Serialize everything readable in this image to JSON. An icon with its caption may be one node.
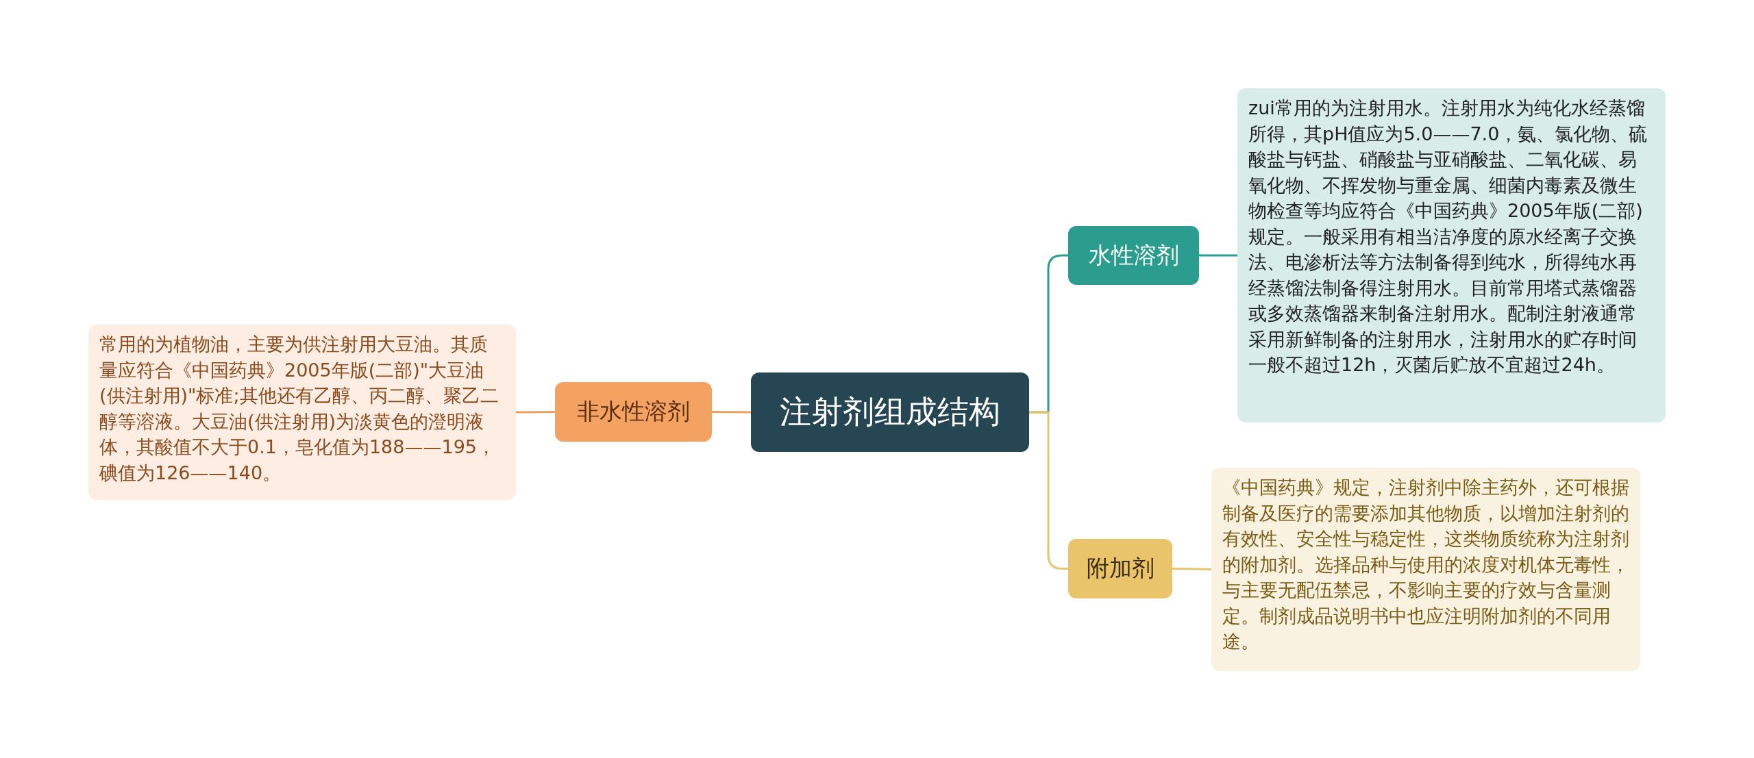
{
  "diagram": {
    "nodes": [
      {
        "text": [
          "注射剂组成结构"
        ]
      },
      {
        "text": [
          "非水性溶剂"
        ]
      },
      {
        "text": [
          "常用的为植物油，主要为供注射用大豆油。其质量应符合《中国药典》2005年版(二部)\"大豆油(供注射用)\"标准;其他还有乙醇、丙二醇、聚乙二醇等溶液。大豆油(供注射用)为淡黄色的澄明液体，其酸值不大于0.1，皂化值为188——195，碘值为126——140。"
        ]
      },
      {
        "text": [
          "水性溶剂"
        ]
      },
      {
        "text": [
          "zui常用的为注射用水。注射用水为纯化水经蒸馏所得，其pH值应为5.0——7.0，氨、氯化物、硫酸盐与钙盐、硝酸盐与亚硝酸盐、二氧化碳、易氧化物、不挥发物与重金属、细菌内毒素及微生物检查等均应符合《中国药典》2005年版(二部)规定。一般采用有相当洁净度的原水经离子交换法、电渗析法等方法制备得到纯水，所得纯水再经蒸馏法制备得注射用水。目前常用塔式蒸馏器或多效蒸馏器来制备注射用水。配制注射液通常采用新鲜制备的注射用水，注射用水的贮存时间一般不超过12h，灭菌后贮放不宜超过24h。"
        ]
      },
      {
        "text": [
          "附加剂"
        ]
      },
      {
        "text": [
          "《中国药典》规定，注射剂中除主药外，还可根据制备及医疗的需要添加其他物质，以增加注射剂的有效性、安全性与稳定性，这类物质统称为注射剂的附加剂。选择品种与使用的浓度对机体无毒性，与主要无配伍禁忌，不影响主要的疗效与含量测定。制剂成品说明书中也应注明附加剂的不同用途。"
        ]
      }
    ],
    "edges": [
      {
        "from": 0,
        "to": 1,
        "arrow": "none",
        "color": "#f0a05e"
      },
      {
        "from": 1,
        "to": 2,
        "arrow": "none",
        "color": "#f0a05e"
      },
      {
        "from": 0,
        "to": 3,
        "arrow": "none",
        "color": "#2a9d8f"
      },
      {
        "from": 3,
        "to": 4,
        "arrow": "none",
        "color": "#2a9d8f"
      },
      {
        "from": 0,
        "to": 5,
        "arrow": "none",
        "color": "#e9c46a"
      },
      {
        "from": 5,
        "to": 6,
        "arrow": "none",
        "color": "#e9c46a"
      }
    ]
  }
}
